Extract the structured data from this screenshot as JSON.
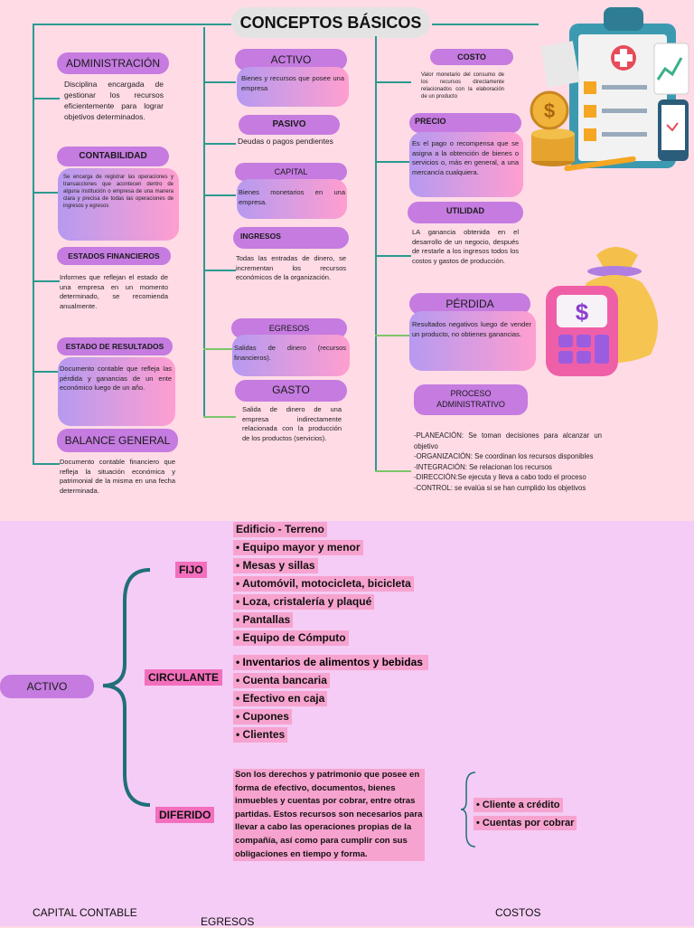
{
  "title": "CONCEPTOS BÁSICOS",
  "left": {
    "administracion": {
      "label": "ADMINISTRACIÓN",
      "text": "Disciplina encargada de gestionar los recursos eficientemente para lograr objetivos determinados."
    },
    "contabilidad": {
      "label": "CONTABILIDAD",
      "text": "Se encarga de registrar las operaciones y transacciones que acontecen dentro de alguna institución o empresa de una manera clara y precisa de todas las operaciones de ingresos y egresos"
    },
    "estados": {
      "label": "ESTADOS FINANCIEROS",
      "text": "Informes que reflejan el estado de una empresa en un momento determinado, se recomienda anualmente."
    },
    "resultados": {
      "label": "ESTADO DE RESULTADOS",
      "text": "Documento contable que refleja las pérdida y ganancias de un ente económico luego de un año."
    },
    "balance": {
      "label": "BALANCE GENERAL",
      "text": "Documento contable financiero que refleja la situación económica y patrimonial de la misma en una fecha determinada."
    }
  },
  "middle": {
    "activo": {
      "label": "ACTIVO",
      "text": "Bienes y recursos que posee una empresa"
    },
    "pasivo": {
      "label": "PASIVO",
      "text": "Deudas o pagos pendientes"
    },
    "capital": {
      "label": "CAPITAL",
      "text": "Bienes monetarios en una empresa."
    },
    "ingresos": {
      "label": "INGRESOS",
      "text": "Todas las entradas de dinero, se incrementan los recursos económicos de la organización."
    },
    "egresos": {
      "label": "EGRESOS",
      "text": "Salidas de dinero (recursos financieros)."
    },
    "gasto": {
      "label": "GASTO",
      "text": "Salida de dinero de una empresa indirectamente relacionada con la producción de los productos (servicios)."
    }
  },
  "right": {
    "costo": {
      "label": "COSTO",
      "text": "Valor monetario del consumo de los recursos directamente relacionados con la elaboración de un producto"
    },
    "precio": {
      "label": "PRECIO",
      "text": "Es el pago o recompensa que se asigna a la obtención de bienes o servicios o, más en general, a una mercancía cualquiera."
    },
    "utilidad": {
      "label": "UTILIDAD",
      "text": "LA ganancia obtenida en el desarrollo de un negocio, después de restarle a los ingresos todos los costos y gastos de producción."
    },
    "perdida": {
      "label": "PÉRDIDA",
      "text": "Resultados negativos luego de vender un producto, no obtienes ganancias."
    },
    "proceso": {
      "label": "PROCESO ADMINISTRATIVO",
      "lines": [
        "-PLANEACIÓN: Se toman decisiones para alcanzar un objetivo",
        "-ORGANIZACIÓN: Se coordinan los recursos disponibles",
        "-INTEGRACIÓN: Se relacionan los recursos",
        "-DIRECCIÓN:Se ejecuta y lleva a cabo todo el proceso",
        "-CONTROL: se evalúa si se han cumplido los objetivos"
      ]
    }
  },
  "activo_map": {
    "root": "ACTIVO",
    "fijo": {
      "label": "FIJO",
      "items": [
        "Edificio - Terreno",
        "• Equipo mayor y menor",
        "• Mesas y sillas",
        "• Automóvil, motocicleta, bicicleta",
        "• Loza, cristalería y plaqué",
        "• Pantallas",
        "• Equipo de Cómputo"
      ]
    },
    "circulante": {
      "label": "CIRCULANTE",
      "items": [
        "• Inventarios de alimentos y bebidas",
        "• Cuenta bancaria",
        "• Efectivo en caja",
        "• Cupones",
        "• Clientes"
      ]
    },
    "diferido": {
      "label": "DIFERIDO",
      "text": "Son los derechos y patrimonio que posee en forma de efectivo, documentos, bienes inmuebles y cuentas por cobrar, entre otras partidas. Estos recursos son necesarios para llevar a cabo las operaciones propias de la compañía, así como para cumplir con sus obligaciones en tiempo y forma.",
      "sub": [
        "• Cliente a crédito",
        "• Cuentas por cobrar"
      ]
    }
  },
  "footer": {
    "capital": "CAPITAL CONTABLE",
    "egresos": "EGRESOS",
    "costos": "COSTOS"
  },
  "icons": {
    "clipboard": "medical-clipboard-icon",
    "coins": "dollar-coins-icon",
    "moneybag": "money-bag-icon",
    "calculator": "calculator-icon"
  }
}
